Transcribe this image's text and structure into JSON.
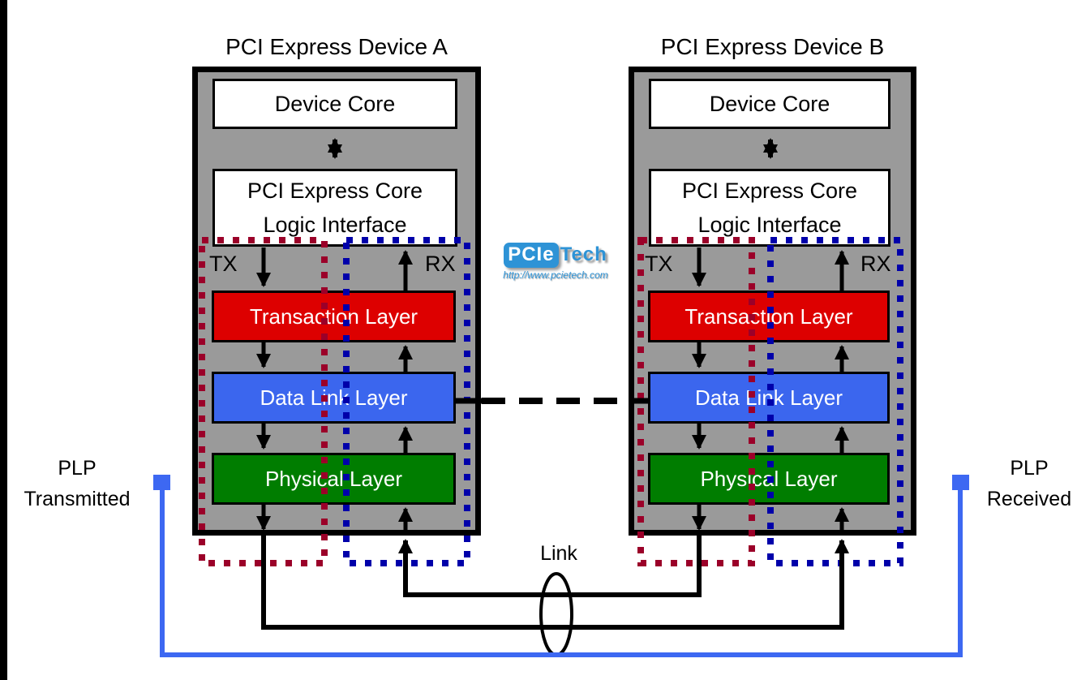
{
  "devices": [
    {
      "title": "PCI Express Device A",
      "device_core_label": "Device Core",
      "core_logic_line1": "PCI Express Core",
      "core_logic_line2": "Logic Interface",
      "tx_label": "TX",
      "rx_label": "RX",
      "layers": [
        {
          "label": "Transaction Layer",
          "color": "#DD0000"
        },
        {
          "label": "Data Link Layer",
          "color": "#3B66EE"
        },
        {
          "label": "Physical Layer",
          "color": "#007D00"
        }
      ]
    },
    {
      "title": "PCI Express Device B",
      "device_core_label": "Device Core",
      "core_logic_line1": "PCI Express Core",
      "core_logic_line2": "Logic Interface",
      "tx_label": "TX",
      "rx_label": "RX",
      "layers": [
        {
          "label": "Transaction Layer",
          "color": "#DD0000"
        },
        {
          "label": "Data Link Layer",
          "color": "#3B66EE"
        },
        {
          "label": "Physical Layer",
          "color": "#007D00"
        }
      ]
    }
  ],
  "annotations": {
    "link_label": "Link",
    "plp_transmitted_line1": "PLP",
    "plp_transmitted_line2": "Transmitted",
    "plp_received_line1": "PLP",
    "plp_received_line2": "Received"
  },
  "logo": {
    "brand_primary": "PCIe",
    "brand_secondary": "Tech",
    "url": "http://www.pcietech.com"
  },
  "colors": {
    "device_fill": "#9A9A9A",
    "device_border": "#000000",
    "tx_path_dotted": "#9B0029",
    "rx_path_dotted": "#0000AA",
    "transaction_layer": "#DD0000",
    "data_link_layer": "#3B66EE",
    "physical_layer": "#007D00",
    "plp_line": "#3D68F2",
    "logo_blue": "#2E93D6"
  }
}
